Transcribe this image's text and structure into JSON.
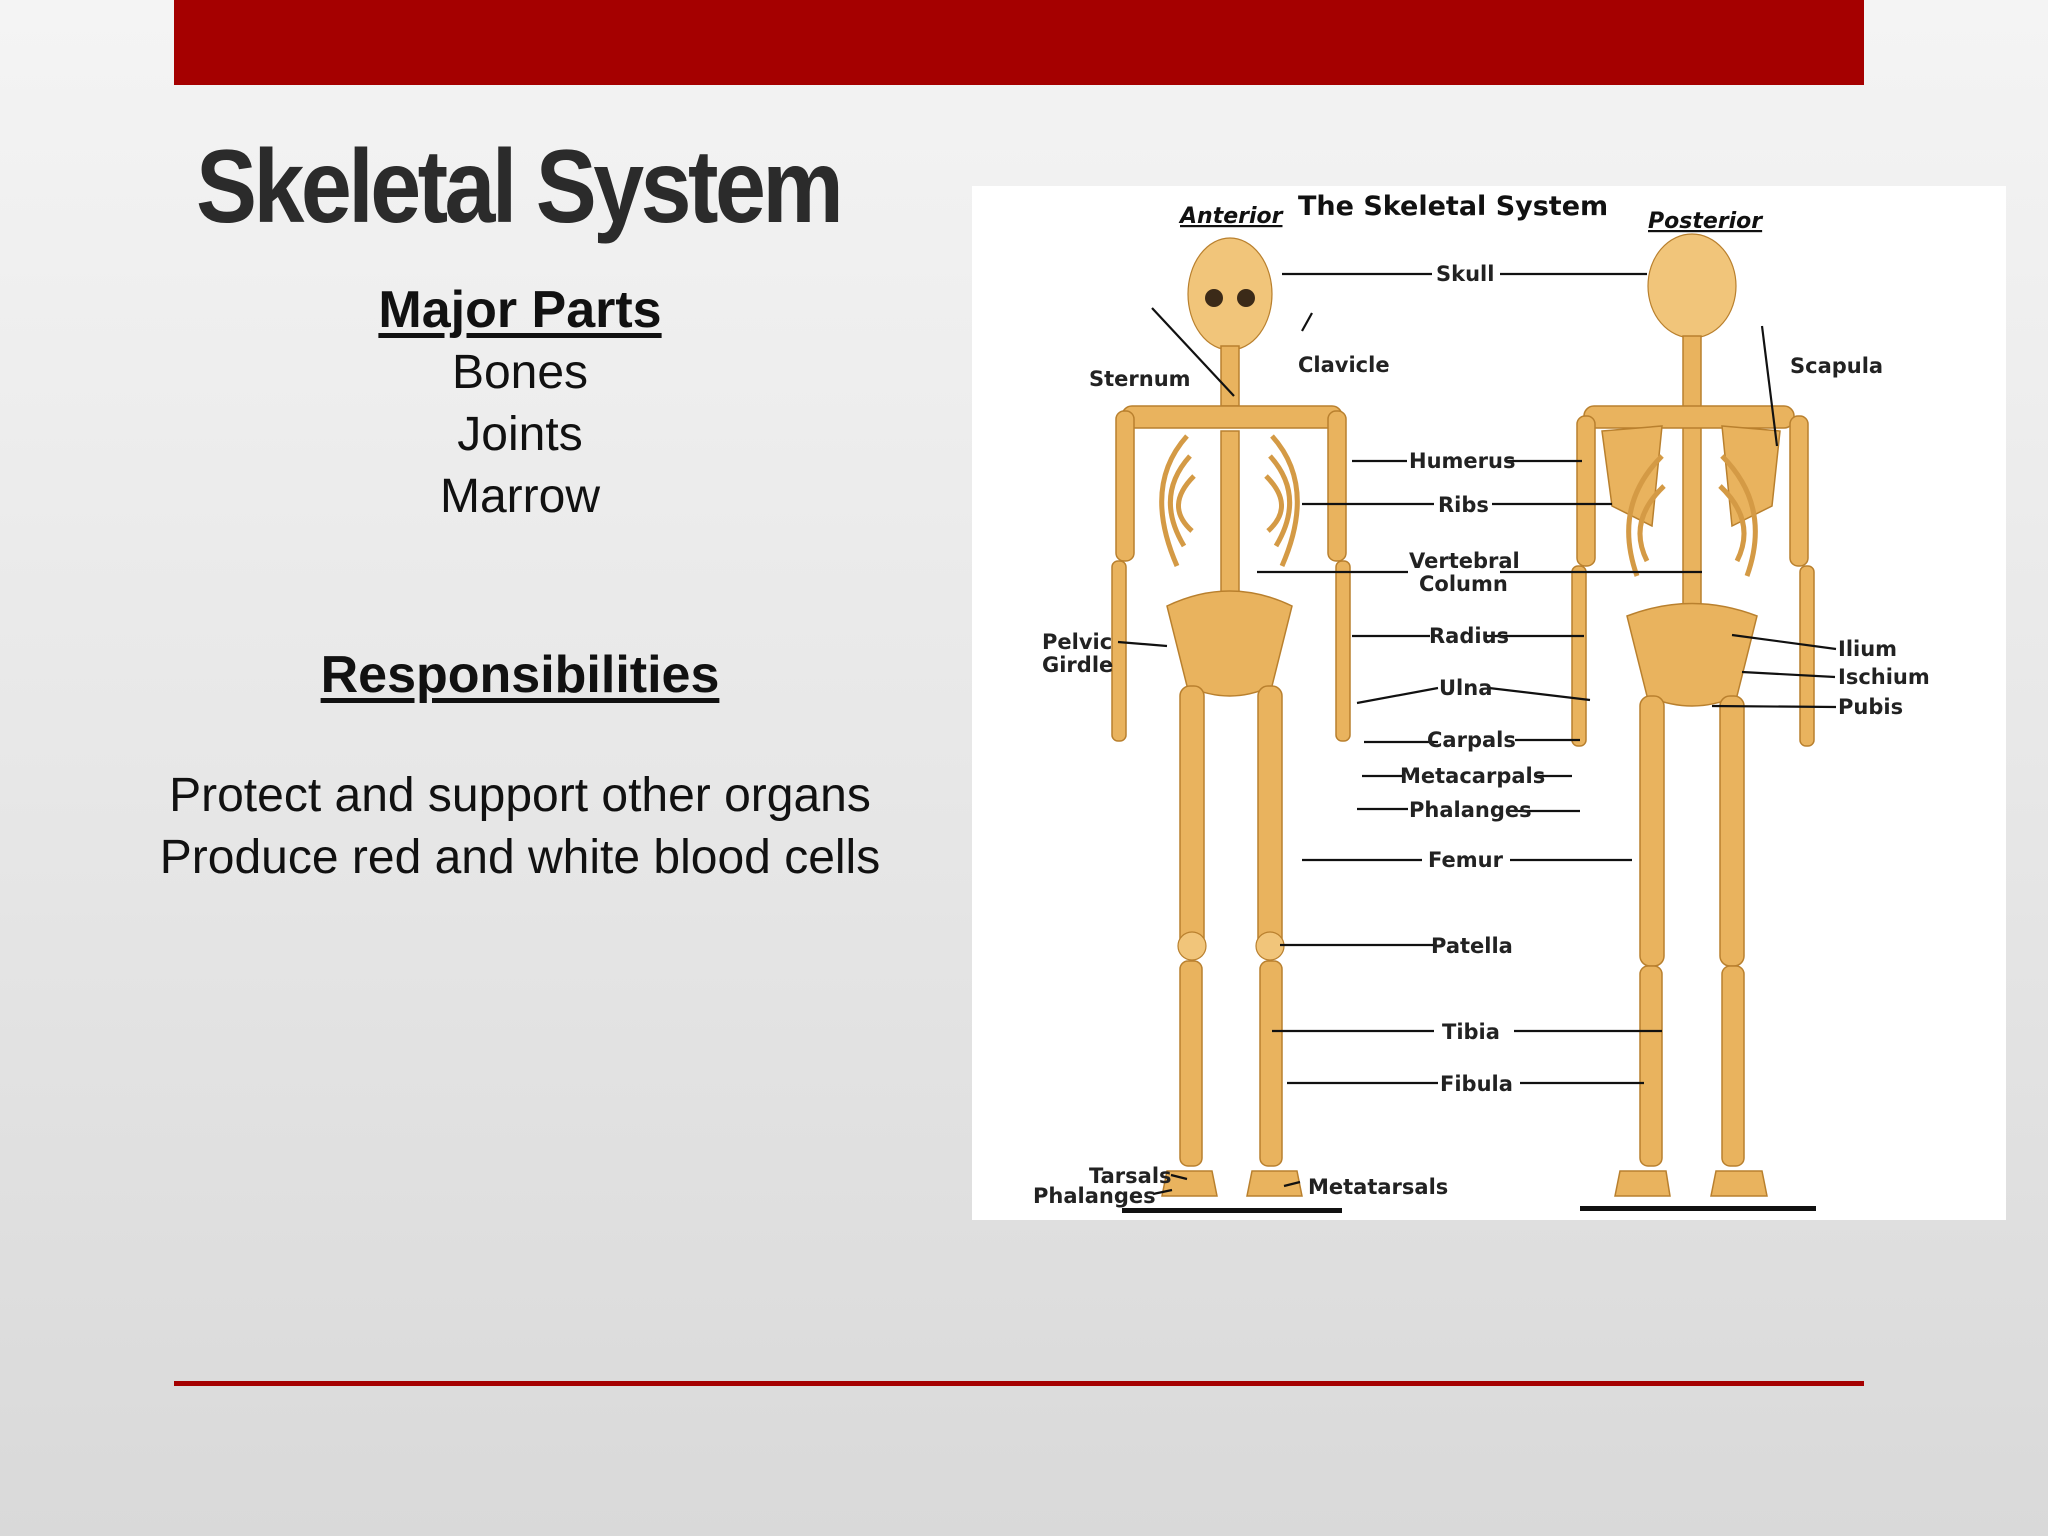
{
  "slide": {
    "title": "Skeletal System",
    "major_parts_heading": "Major Parts",
    "major_parts": [
      "Bones",
      "Joints",
      "Marrow"
    ],
    "responsibilities_heading": "Responsibilities",
    "responsibilities": [
      "Protect and support other organs",
      "Produce red and white blood cells"
    ]
  },
  "colors": {
    "accent": "#a50000",
    "title_text": "#2b2b2b",
    "bone": "#e9b35e"
  },
  "figure": {
    "title": "The Skeletal System",
    "anterior_label": "Anterior",
    "posterior_label": "Posterior",
    "labels": {
      "skull": "Skull",
      "sternum": "Sternum",
      "clavicle": "Clavicle",
      "scapula": "Scapula",
      "humerus": "Humerus",
      "ribs": "Ribs",
      "vertebral_1": "Vertebral",
      "vertebral_2": "Column",
      "pelvic_1": "Pelvic",
      "pelvic_2": "Girdle",
      "radius": "Radius",
      "ulna": "Ulna",
      "ilium": "Ilium",
      "ischium": "Ischium",
      "pubis": "Pubis",
      "carpals": "Carpals",
      "metacarpals": "Metacarpals",
      "phalanges_hand": "Phalanges",
      "femur": "Femur",
      "patella": "Patella",
      "tibia": "Tibia",
      "fibula": "Fibula",
      "tarsals": "Tarsals",
      "phalanges_foot": "Phalanges",
      "metatarsals": "Metatarsals"
    }
  }
}
